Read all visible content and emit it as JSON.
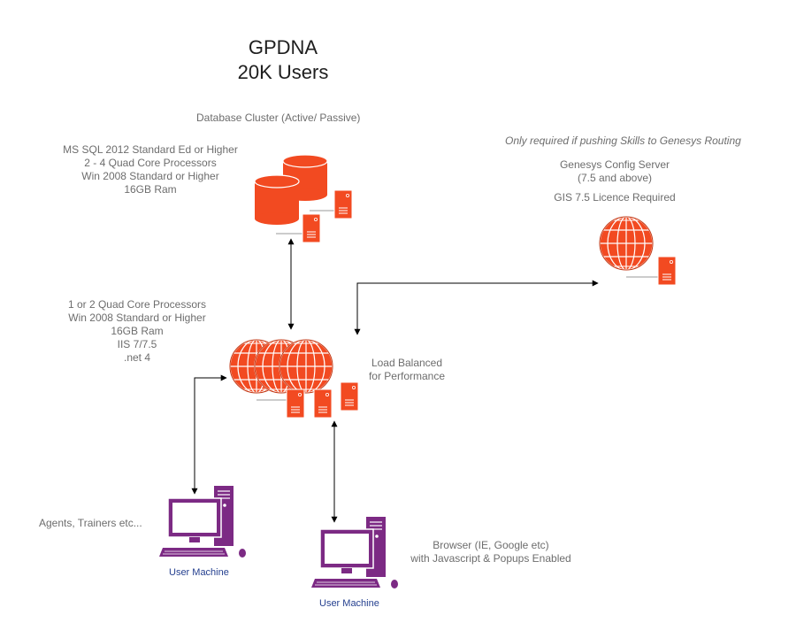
{
  "title": {
    "line1": "GPDNA",
    "line2": "20K Users"
  },
  "database": {
    "label": "Database Cluster (Active/ Passive)",
    "specs": [
      "MS SQL 2012 Standard Ed or Higher",
      "2 - 4 Quad Core Processors",
      "Win 2008 Standard or Higher",
      "16GB Ram"
    ]
  },
  "web": {
    "specs": [
      "1 or 2 Quad Core Processors",
      "Win 2008 Standard or Higher",
      "16GB Ram",
      "IIS 7/7.5",
      ".net 4"
    ],
    "lb": [
      "Load Balanced",
      "for Performance"
    ]
  },
  "genesys": {
    "note": "Only required if pushing Skills to Genesys Routing",
    "server": [
      "Genesys Config Server",
      "(7.5 and above)"
    ],
    "licence": "GIS 7.5 Licence Required"
  },
  "clients": {
    "agents": "Agents, Trainers etc...",
    "browser": [
      "Browser (IE, Google etc)",
      "with Javascript & Popups Enabled"
    ],
    "machine1": "User Machine",
    "machine2": "User Machine"
  },
  "colors": {
    "server": "#f24a21",
    "client": "#7c2a84",
    "arrow": "#000000",
    "text": "#6d6d6d"
  }
}
